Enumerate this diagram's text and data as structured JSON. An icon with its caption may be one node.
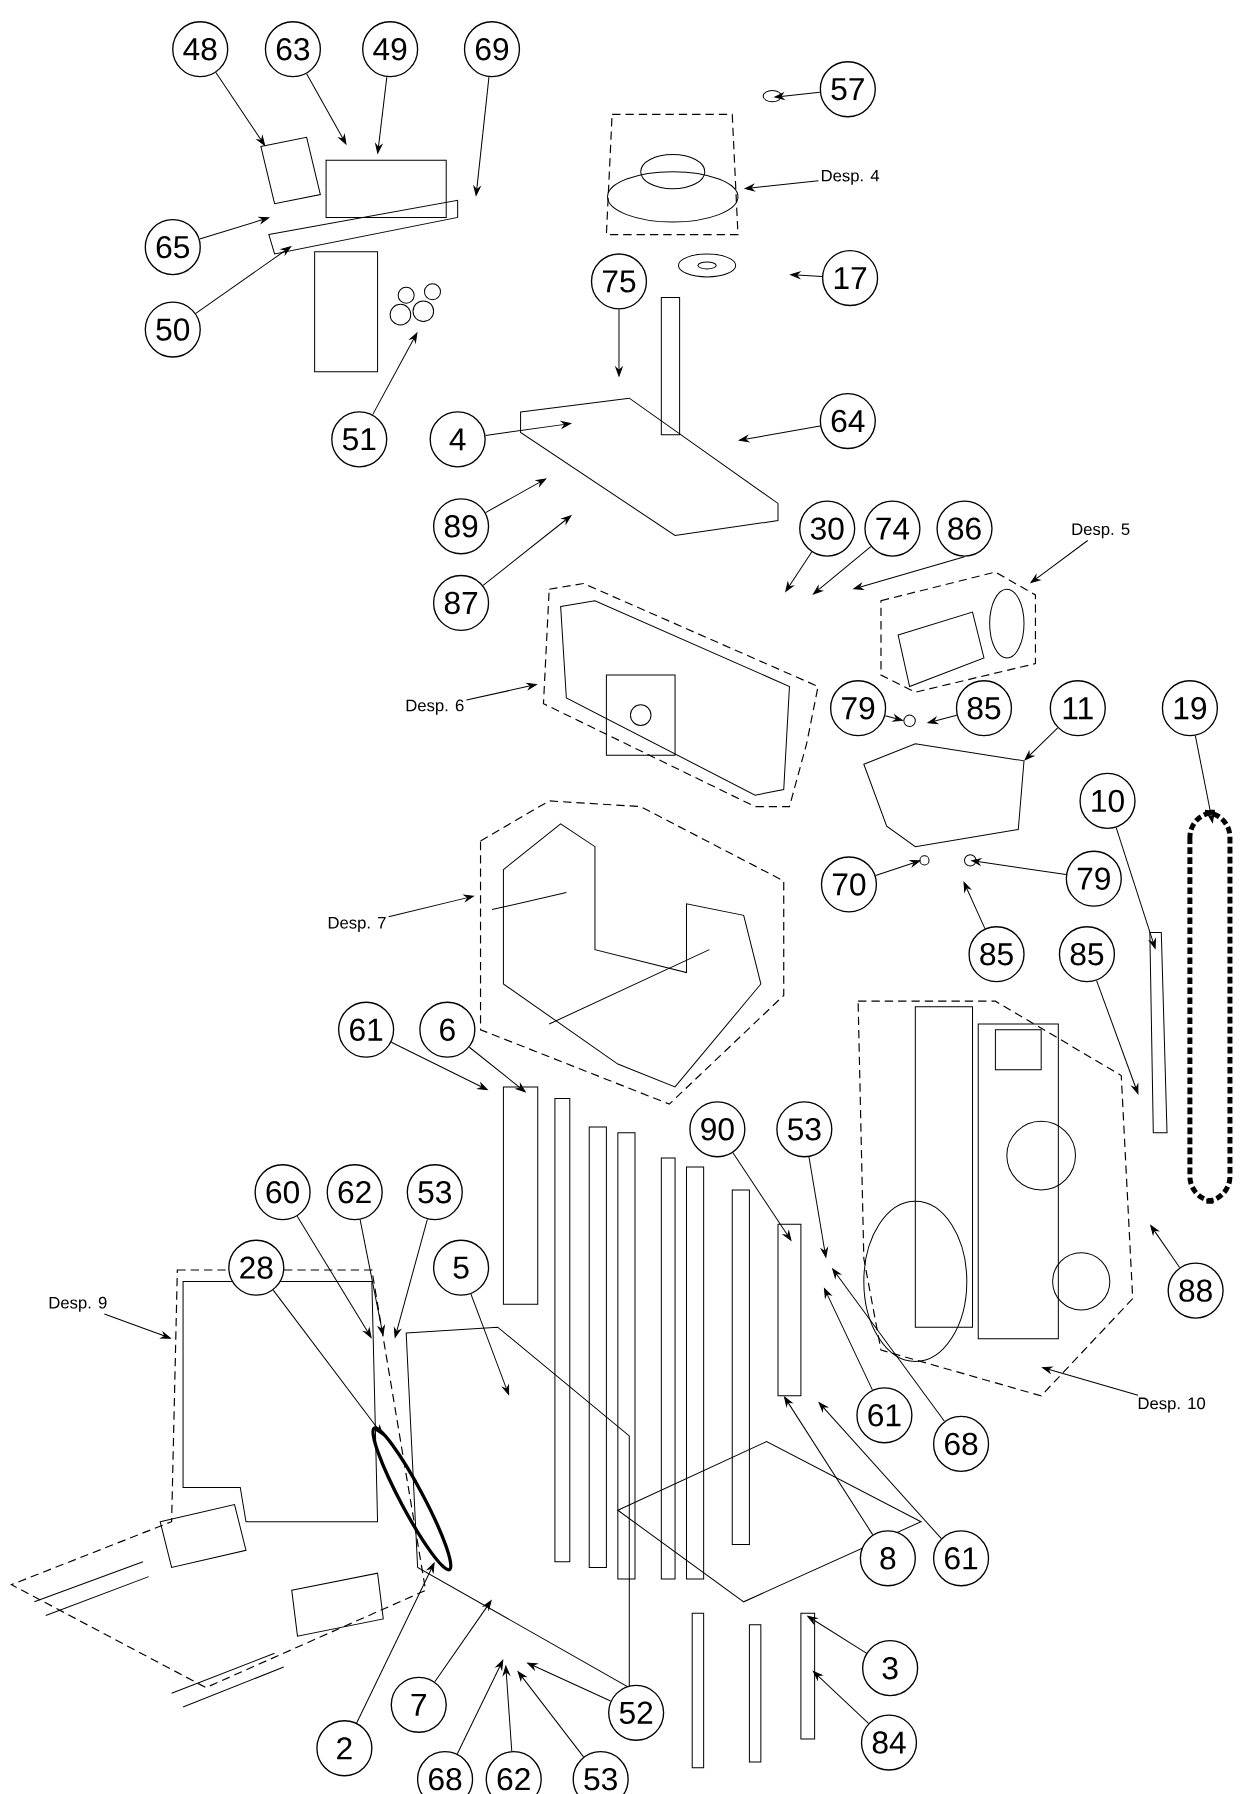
{
  "diagram": {
    "nodes": [
      {
        "text": [
          "48"
        ]
      },
      {
        "text": [
          "63"
        ]
      },
      {
        "text": [
          "49"
        ]
      },
      {
        "text": [
          "69"
        ]
      },
      {
        "text": [
          "57"
        ]
      },
      {
        "text": [
          "Desp. 4"
        ]
      },
      {
        "text": [
          "65"
        ]
      },
      {
        "text": [
          "50"
        ]
      },
      {
        "text": [
          "17"
        ]
      },
      {
        "text": [
          "75"
        ]
      },
      {
        "text": [
          "51"
        ]
      },
      {
        "text": [
          "4"
        ]
      },
      {
        "text": [
          "64"
        ]
      },
      {
        "text": [
          "89"
        ]
      },
      {
        "text": [
          "87"
        ]
      },
      {
        "text": [
          "30"
        ]
      },
      {
        "text": [
          "74"
        ]
      },
      {
        "text": [
          "86"
        ]
      },
      {
        "text": [
          "Desp. 5"
        ]
      },
      {
        "text": [
          "Desp. 6"
        ]
      },
      {
        "text": [
          "79"
        ]
      },
      {
        "text": [
          "85"
        ]
      },
      {
        "text": [
          "11"
        ]
      },
      {
        "text": [
          "19"
        ]
      },
      {
        "text": [
          "10"
        ]
      },
      {
        "text": [
          "70"
        ]
      },
      {
        "text": [
          "79"
        ]
      },
      {
        "text": [
          "85"
        ]
      },
      {
        "text": [
          "85"
        ]
      },
      {
        "text": [
          "Desp. 7"
        ]
      },
      {
        "text": [
          "61"
        ]
      },
      {
        "text": [
          "6"
        ]
      },
      {
        "text": [
          "90"
        ]
      },
      {
        "text": [
          "53"
        ]
      },
      {
        "text": [
          "60"
        ]
      },
      {
        "text": [
          "62"
        ]
      },
      {
        "text": [
          "53"
        ]
      },
      {
        "text": [
          "28"
        ]
      },
      {
        "text": [
          "5"
        ]
      },
      {
        "text": [
          "Desp. 9"
        ]
      },
      {
        "text": [
          "61"
        ]
      },
      {
        "text": [
          "68"
        ]
      },
      {
        "text": [
          "88"
        ]
      },
      {
        "text": [
          "Desp. 10"
        ]
      },
      {
        "text": [
          "61"
        ]
      },
      {
        "text": [
          "8"
        ]
      },
      {
        "text": [
          "3"
        ]
      },
      {
        "text": [
          "84"
        ]
      },
      {
        "text": [
          "52"
        ]
      },
      {
        "text": [
          "7"
        ]
      },
      {
        "text": [
          "2"
        ]
      },
      {
        "text": [
          "68"
        ]
      },
      {
        "text": [
          "62"
        ]
      },
      {
        "text": [
          "53"
        ]
      }
    ],
    "edges": [
      {
        "from": 0,
        "to": null,
        "arrow": "to"
      },
      {
        "from": 1,
        "to": null,
        "arrow": "to"
      },
      {
        "from": 2,
        "to": null,
        "arrow": "to"
      },
      {
        "from": 3,
        "to": null,
        "arrow": "to"
      },
      {
        "from": 4,
        "to": null,
        "arrow": "to"
      },
      {
        "from": 5,
        "to": null,
        "arrow": "to"
      },
      {
        "from": 6,
        "to": null,
        "arrow": "to"
      },
      {
        "from": 7,
        "to": null,
        "arrow": "to"
      },
      {
        "from": 8,
        "to": null,
        "arrow": "to"
      },
      {
        "from": 9,
        "to": null,
        "arrow": "to"
      },
      {
        "from": 10,
        "to": null,
        "arrow": "to"
      },
      {
        "from": 11,
        "to": null,
        "arrow": "to"
      },
      {
        "from": 12,
        "to": null,
        "arrow": "to"
      },
      {
        "from": 13,
        "to": null,
        "arrow": "to"
      },
      {
        "from": 14,
        "to": null,
        "arrow": "to"
      },
      {
        "from": 15,
        "to": null,
        "arrow": "to"
      },
      {
        "from": 16,
        "to": null,
        "arrow": "to"
      },
      {
        "from": 17,
        "to": null,
        "arrow": "to"
      },
      {
        "from": 18,
        "to": null,
        "arrow": "to"
      },
      {
        "from": 19,
        "to": null,
        "arrow": "to"
      },
      {
        "from": 20,
        "to": null,
        "arrow": "to"
      },
      {
        "from": 21,
        "to": null,
        "arrow": "to"
      },
      {
        "from": 22,
        "to": null,
        "arrow": "to"
      },
      {
        "from": 23,
        "to": null,
        "arrow": "to"
      },
      {
        "from": 24,
        "to": null,
        "arrow": "to"
      },
      {
        "from": 25,
        "to": null,
        "arrow": "to"
      },
      {
        "from": 26,
        "to": null,
        "arrow": "to"
      },
      {
        "from": 27,
        "to": null,
        "arrow": "to"
      },
      {
        "from": 28,
        "to": null,
        "arrow": "to"
      },
      {
        "from": 29,
        "to": null,
        "arrow": "to"
      },
      {
        "from": 30,
        "to": null,
        "arrow": "to"
      },
      {
        "from": 31,
        "to": null,
        "arrow": "to"
      },
      {
        "from": 32,
        "to": null,
        "arrow": "to"
      },
      {
        "from": 33,
        "to": null,
        "arrow": "to"
      },
      {
        "from": 34,
        "to": null,
        "arrow": "to"
      },
      {
        "from": 35,
        "to": null,
        "arrow": "to"
      },
      {
        "from": 36,
        "to": null,
        "arrow": "to"
      },
      {
        "from": 37,
        "to": null,
        "arrow": "to"
      },
      {
        "from": 38,
        "to": null,
        "arrow": "to"
      },
      {
        "from": 39,
        "to": null,
        "arrow": "to"
      },
      {
        "from": 40,
        "to": null,
        "arrow": "to"
      },
      {
        "from": 41,
        "to": null,
        "arrow": "to"
      },
      {
        "from": 42,
        "to": null,
        "arrow": "to"
      },
      {
        "from": 43,
        "to": null,
        "arrow": "to"
      },
      {
        "from": 44,
        "to": null,
        "arrow": "to"
      },
      {
        "from": 45,
        "to": null,
        "arrow": "to"
      },
      {
        "from": 46,
        "to": null,
        "arrow": "to"
      },
      {
        "from": 47,
        "to": null,
        "arrow": "to"
      },
      {
        "from": 48,
        "to": null,
        "arrow": "to"
      },
      {
        "from": 49,
        "to": null,
        "arrow": "to"
      },
      {
        "from": 50,
        "to": null,
        "arrow": "to"
      },
      {
        "from": 51,
        "to": null,
        "arrow": "to"
      },
      {
        "from": 52,
        "to": null,
        "arrow": "to"
      },
      {
        "from": 53,
        "to": null,
        "arrow": "to"
      }
    ]
  }
}
